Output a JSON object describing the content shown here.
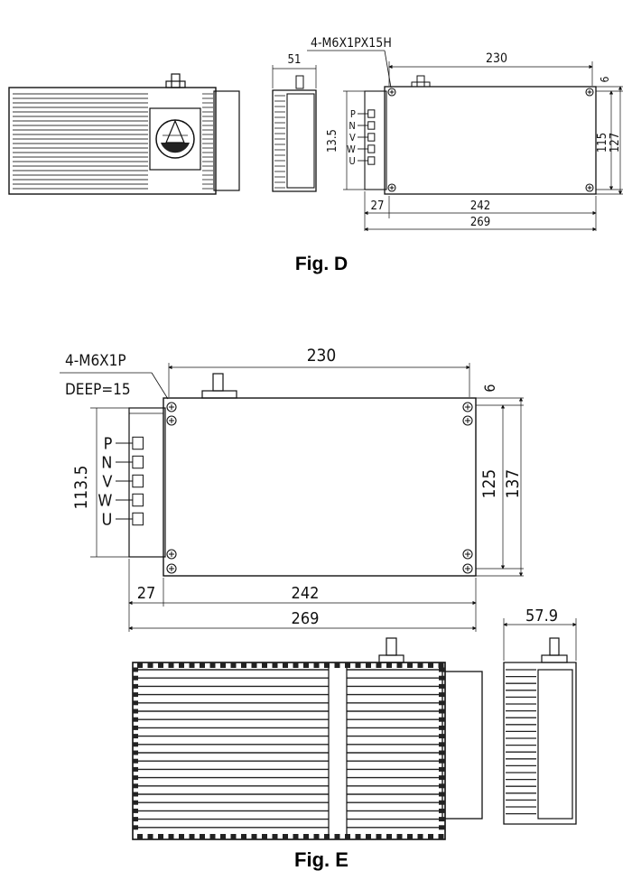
{
  "figures": [
    {
      "caption": "Fig. D",
      "callout": "4-M6X1PX15H",
      "dims": {
        "side_width": "51",
        "length": "230",
        "edge": "6",
        "height_inner": "115",
        "height_outer": "127",
        "terminal_span": "13.5",
        "offset": "27",
        "body": "242",
        "total": "269"
      },
      "terminals": [
        "P",
        "N",
        "V",
        "W",
        "U"
      ]
    },
    {
      "caption": "Fig. E",
      "callout_line1": "4-M6X1P",
      "callout_line2": "DEEP=15",
      "dims": {
        "length": "230",
        "edge": "6",
        "height_inner": "125",
        "height_outer": "137",
        "terminal_span": "113.5",
        "offset": "27",
        "body": "242",
        "total": "269",
        "side_width": "57.9"
      },
      "terminals": [
        "P",
        "N",
        "V",
        "W",
        "U"
      ]
    }
  ],
  "colors": {
    "line": "#111111",
    "background": "#ffffff"
  }
}
